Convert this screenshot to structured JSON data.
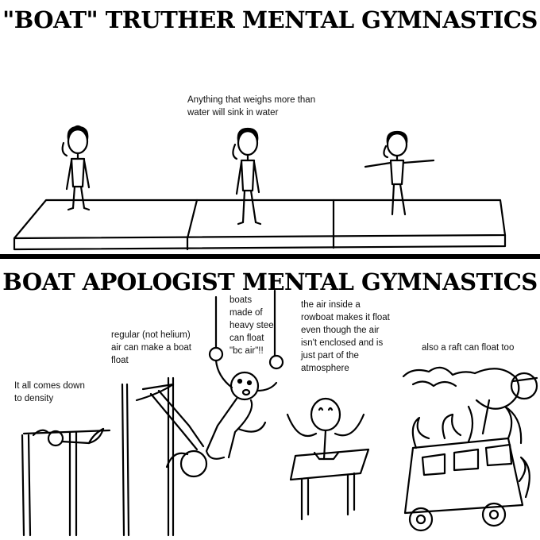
{
  "top": {
    "title": "\"BOAT\" TRUTHER MENTAL GYMNASTICS",
    "caption": "Anything that weighs more than water will sink in water"
  },
  "bottom": {
    "title": "BOAT APOLOGIST MENTAL GYMNASTICS",
    "captions": {
      "density": "It all comes down to density",
      "helium": "regular (not helium) air can make a boat float",
      "rings": "boats made of heavy steel can float \"bc air\"!!",
      "rowboat": "the air inside a rowboat makes it float even though the air isn't enclosed and is just part of the atmosphere",
      "raft": "also a raft can float too"
    }
  }
}
